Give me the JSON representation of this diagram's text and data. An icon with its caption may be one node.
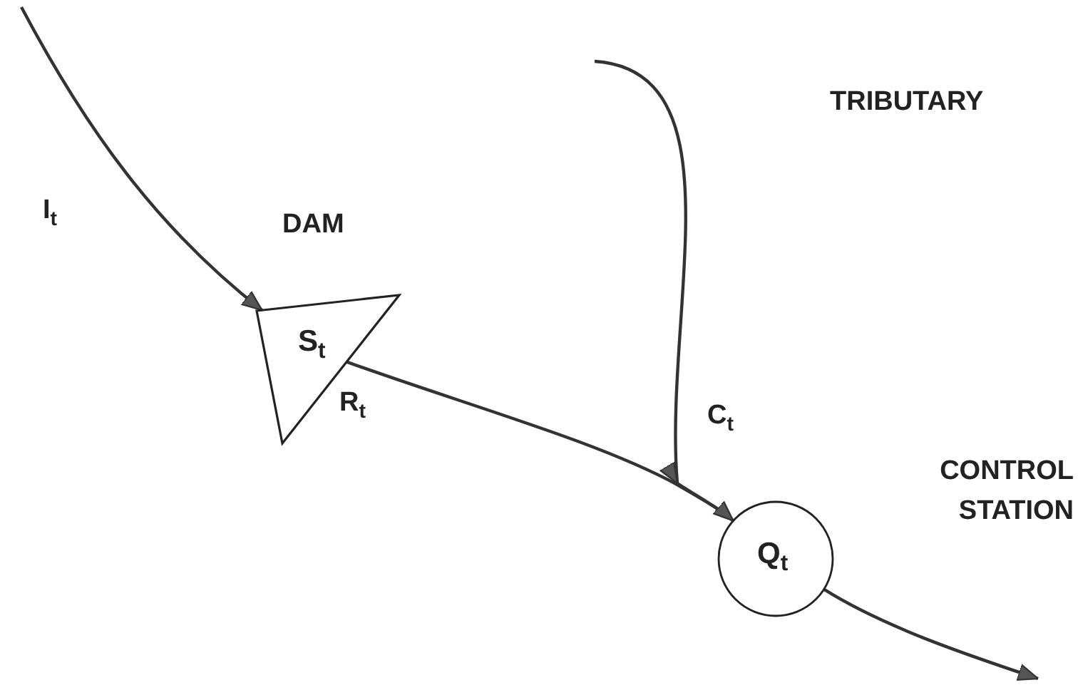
{
  "diagram": {
    "nodes": [
      {
        "text": [
          "S$_{t}$"
        ],
        "beside": [
          "DAM"
        ]
      },
      {
        "text": [
          "Q$_{t}$"
        ],
        "beside": [
          "CONTROL STATION"
        ]
      }
    ],
    "edges": [
      {
        "from": null,
        "to": 0,
        "arrow": "to",
        "label": "I$_{t}$"
      },
      {
        "from": 0,
        "to": 1,
        "arrow": "none",
        "label": "R$_{t}$"
      },
      {
        "from": null,
        "to": 1,
        "arrow": "to",
        "label": "C$_{t}$"
      },
      {
        "from": 1,
        "to": null,
        "arrow": "to"
      }
    ],
    "labels": [
      "TRIBUTARY"
    ]
  }
}
